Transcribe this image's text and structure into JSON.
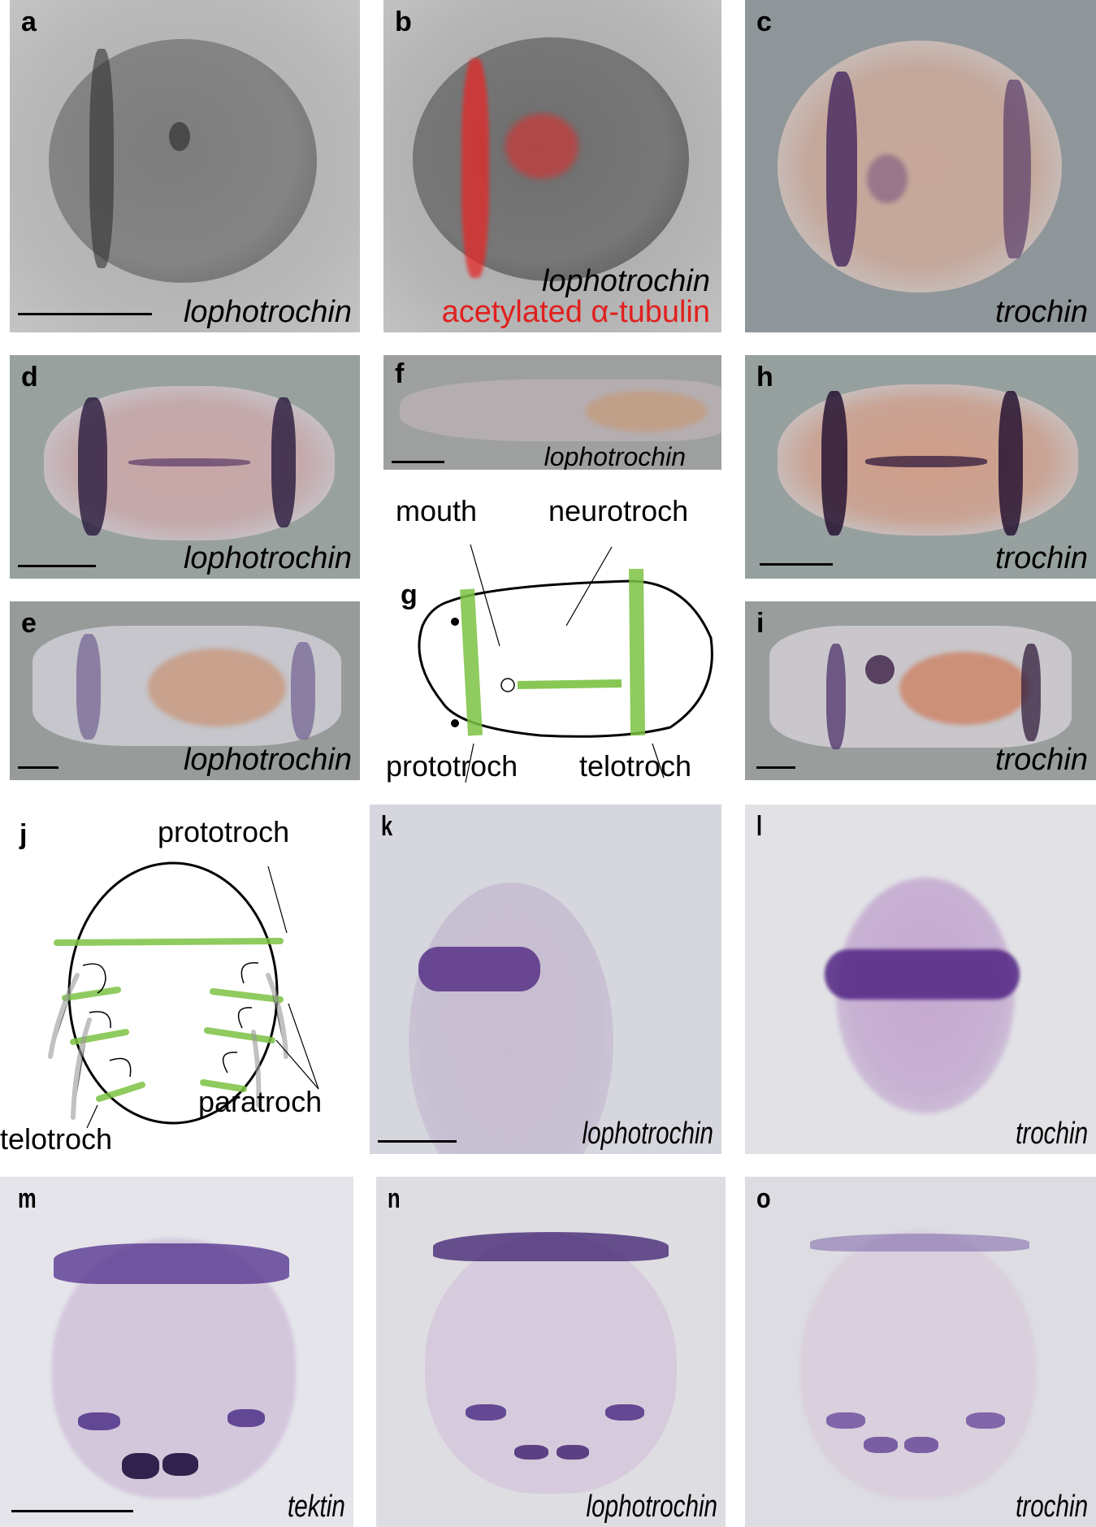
{
  "figure": {
    "panels": [
      {
        "id": "a",
        "label": "a",
        "gene": "lophotrochin",
        "scale_bar": true,
        "type": "micrograph-dic-grayscale"
      },
      {
        "id": "b",
        "label": "b",
        "gene": "lophotrochin",
        "overlay_label": "acetylated α-tubulin",
        "overlay_color": "#e0201e",
        "type": "micrograph-confocal-overlay"
      },
      {
        "id": "c",
        "label": "c",
        "gene": "trochin",
        "scale_bar": false,
        "type": "micrograph-dic"
      },
      {
        "id": "d",
        "label": "d",
        "gene": "lophotrochin",
        "scale_bar": true,
        "type": "micrograph-dic"
      },
      {
        "id": "e",
        "label": "e",
        "gene": "lophotrochin",
        "scale_bar": true,
        "type": "micrograph-dic"
      },
      {
        "id": "f",
        "label": "f",
        "gene": "lophotrochin",
        "scale_bar": true,
        "type": "micrograph-dic"
      },
      {
        "id": "g",
        "label": "g",
        "type": "schematic",
        "annotations": {
          "mouth": "mouth",
          "neurotroch": "neurotroch",
          "prototroch": "prototroch",
          "telotroch": "telotroch"
        }
      },
      {
        "id": "h",
        "label": "h",
        "gene": "trochin",
        "scale_bar": true,
        "type": "micrograph-dic"
      },
      {
        "id": "i",
        "label": "i",
        "gene": "trochin",
        "scale_bar": true,
        "type": "micrograph-dic"
      },
      {
        "id": "j",
        "label": "j",
        "type": "schematic",
        "annotations": {
          "prototroch": "prototroch",
          "telotroch": "telotroch",
          "paratroch": "paratroch"
        }
      },
      {
        "id": "k",
        "label": "k",
        "gene": "lophotrochin",
        "scale_bar": true,
        "type": "micrograph-brightfield"
      },
      {
        "id": "l",
        "label": "l",
        "gene": "trochin",
        "scale_bar": false,
        "type": "micrograph-brightfield"
      },
      {
        "id": "m",
        "label": "m",
        "gene": "tektin",
        "scale_bar": true,
        "type": "micrograph-brightfield"
      },
      {
        "id": "n",
        "label": "n",
        "gene": "lophotrochin",
        "scale_bar": false,
        "type": "micrograph-brightfield"
      },
      {
        "id": "o",
        "label": "o",
        "gene": "trochin",
        "scale_bar": false,
        "type": "micrograph-brightfield"
      }
    ],
    "colors": {
      "cilia_green": "#7cc242",
      "stain_purple": "#3a2060",
      "tubulin_red": "#e0201e",
      "dic_bg": "#8f9598",
      "bf_bg": "#dcdce4"
    }
  }
}
